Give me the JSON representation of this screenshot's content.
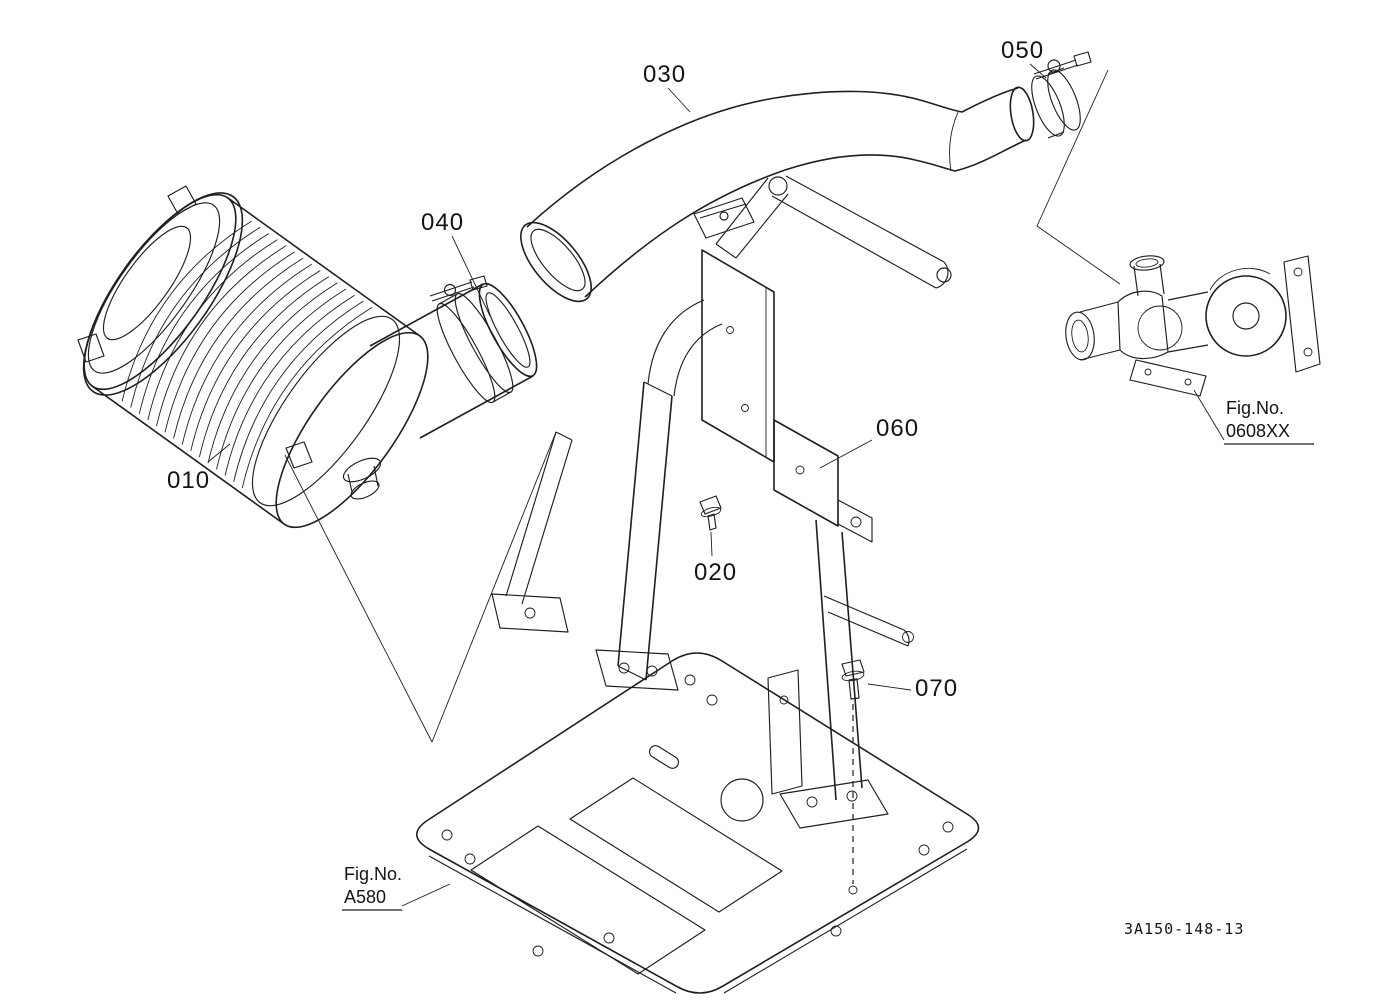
{
  "page": {
    "colors": {
      "line": "#1f1f1f",
      "background": "#ffffff"
    },
    "drawing_number": "3A150-148-13",
    "callouts": {
      "c010": "010",
      "c020": "020",
      "c030": "030",
      "c040": "040",
      "c050": "050",
      "c060": "060",
      "c070": "070"
    },
    "references": {
      "turbo_fig_label": "Fig.No.",
      "turbo_fig_number": "0608XX",
      "plate_fig_label": "Fig.No.",
      "plate_fig_number": "A580"
    }
  }
}
